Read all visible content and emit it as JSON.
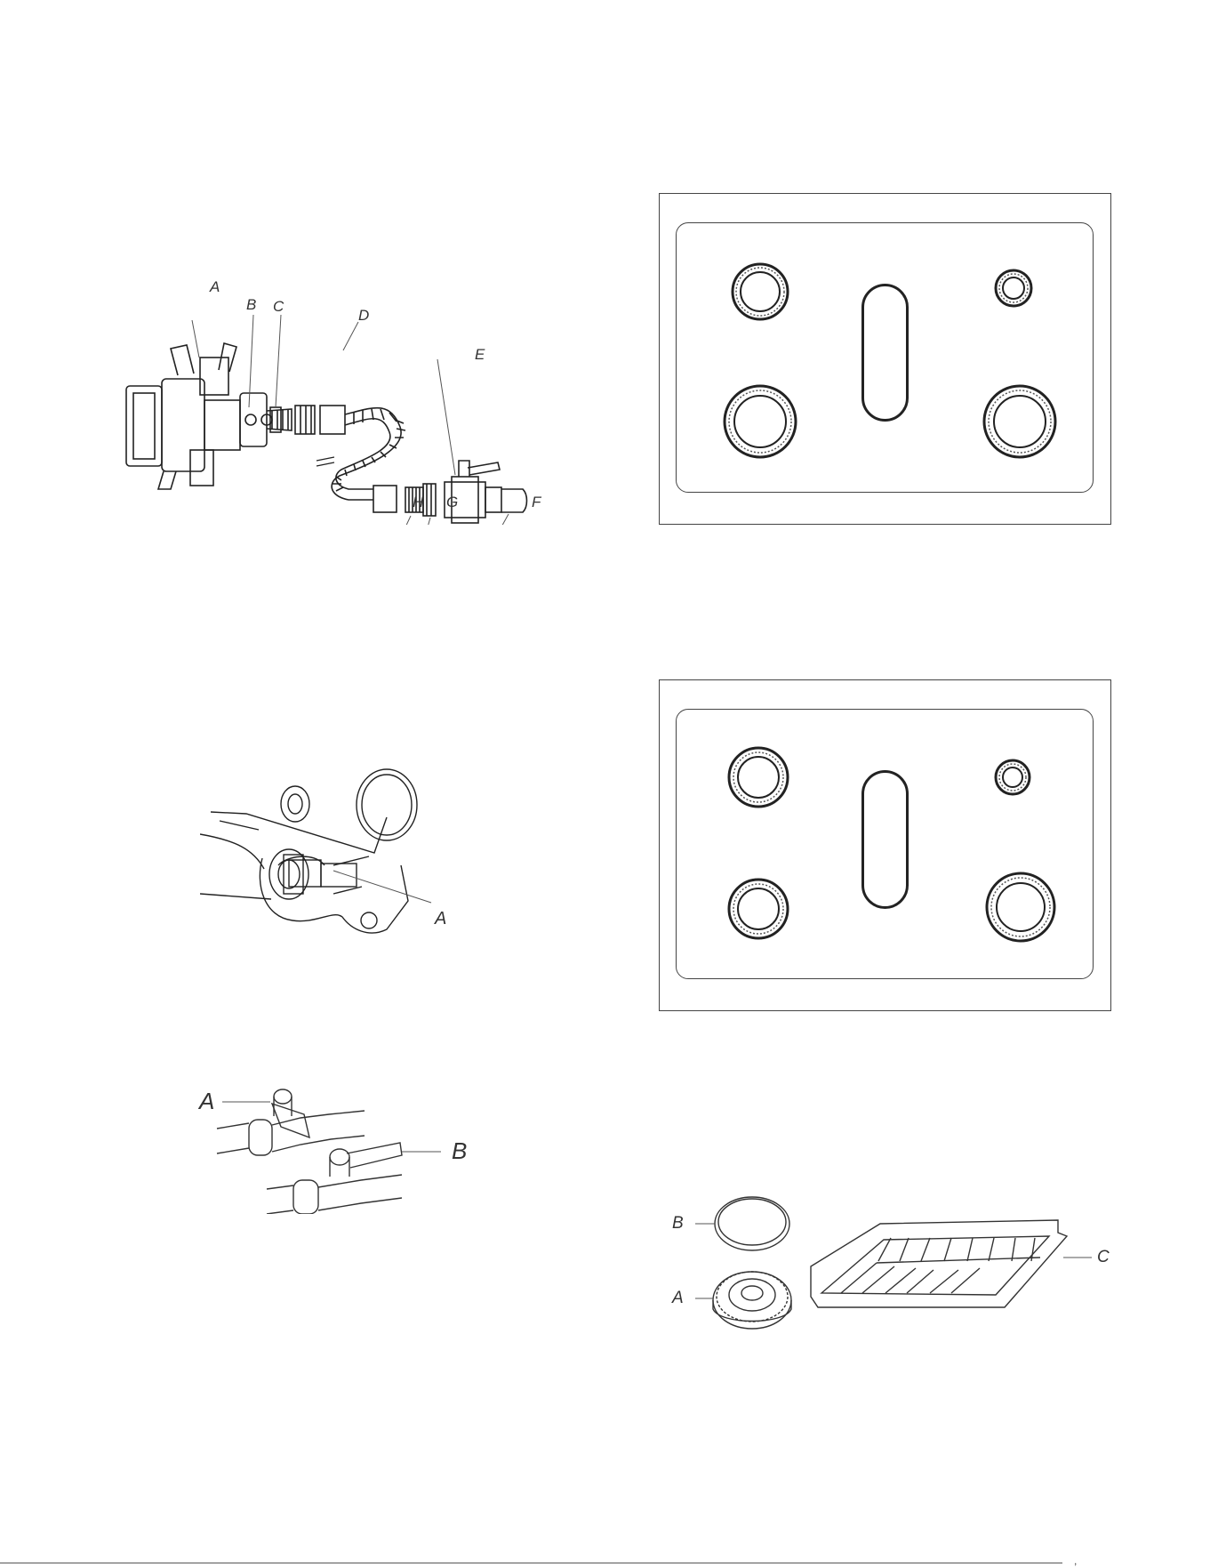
{
  "figure1": {
    "labels": [
      "A",
      "B",
      "C",
      "D",
      "E",
      "F",
      "G",
      "H"
    ]
  },
  "figure2": {
    "labels": [
      "A"
    ]
  },
  "figure3": {
    "labels": [
      "A",
      "B"
    ]
  },
  "figure6": {
    "labels": [
      "A",
      "B",
      "C"
    ]
  },
  "footer": {
    "page": ","
  }
}
